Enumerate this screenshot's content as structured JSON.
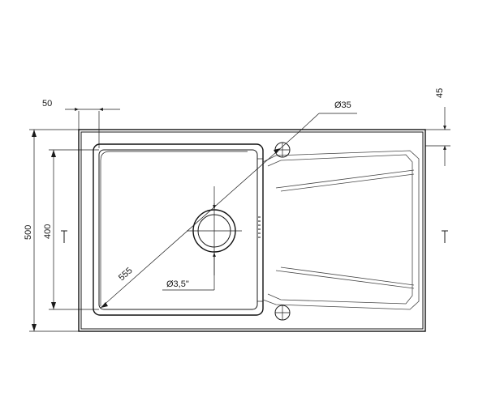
{
  "dimensions": {
    "width_top": "50",
    "hole_diameter": "Ø35",
    "right_offset": "45",
    "total_height": "500",
    "bowl_height": "400",
    "diagonal": "555",
    "drain_size": "Ø3,5\""
  }
}
